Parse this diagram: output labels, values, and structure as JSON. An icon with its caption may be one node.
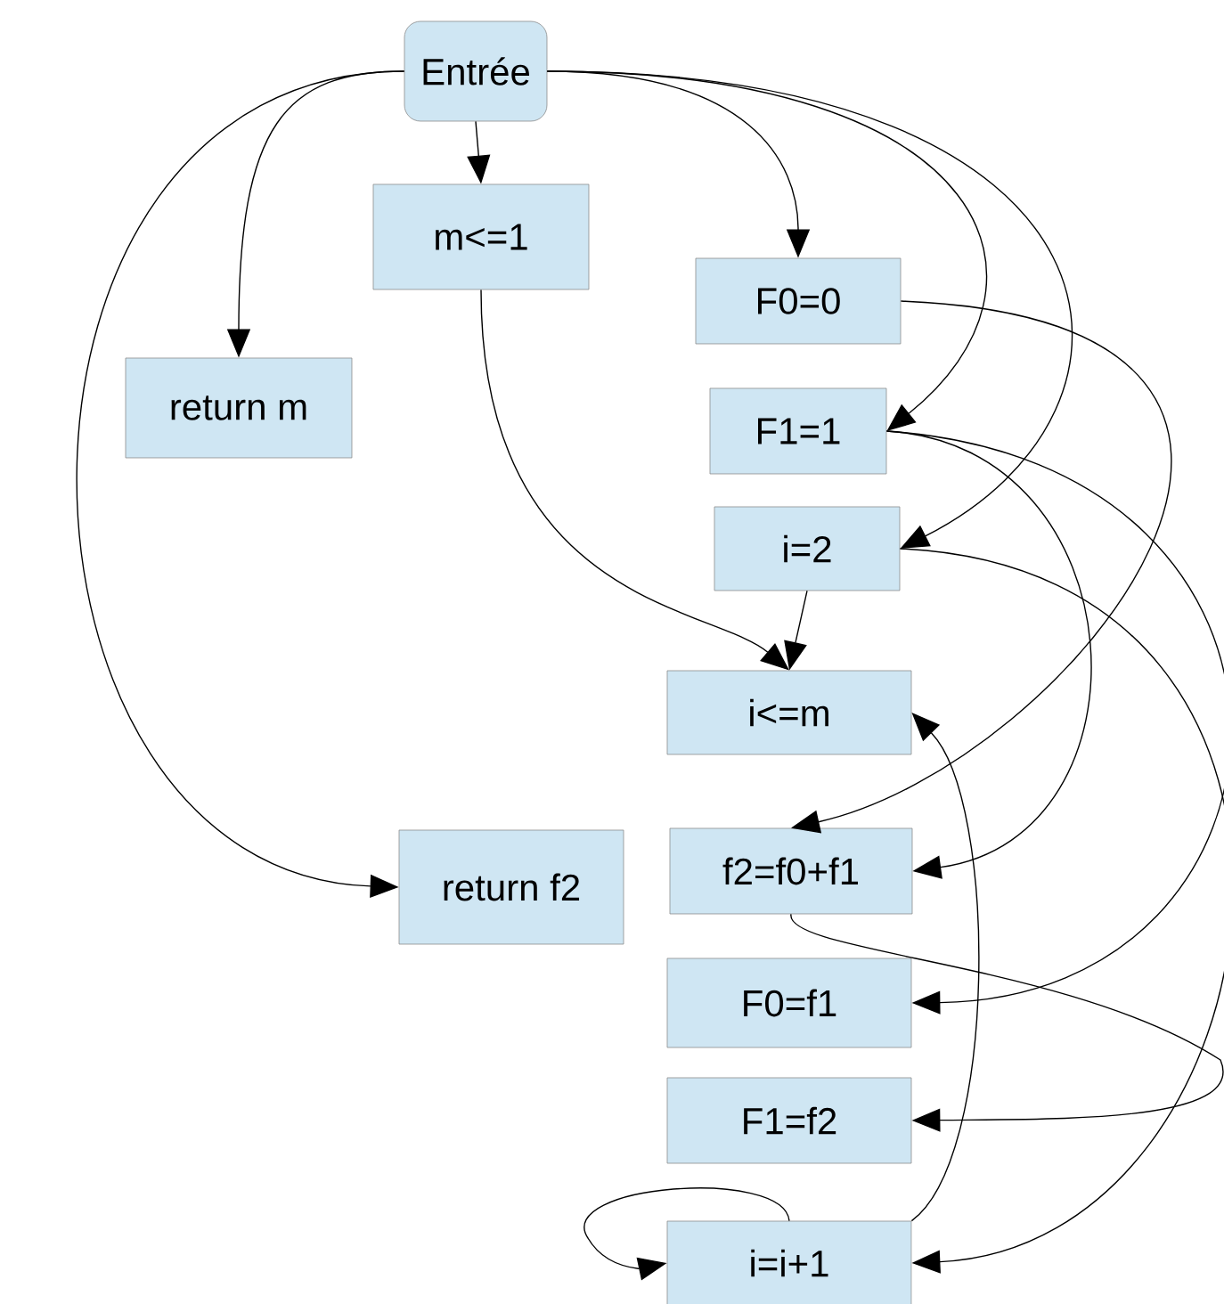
{
  "diagram": {
    "nodes": [
      {
        "text": [
          "Entrée"
        ]
      },
      {
        "text": [
          "m<=1"
        ]
      },
      {
        "text": [
          "return m"
        ]
      },
      {
        "text": [
          "F0=0"
        ]
      },
      {
        "text": [
          "F1=1"
        ]
      },
      {
        "text": [
          "i=2"
        ]
      },
      {
        "text": [
          "i<=m"
        ]
      },
      {
        "text": [
          "return f2"
        ]
      },
      {
        "text": [
          "f2=f0+f1"
        ]
      },
      {
        "text": [
          "F0=f1"
        ]
      },
      {
        "text": [
          "F1=f2"
        ]
      },
      {
        "text": [
          "i=i+1"
        ]
      }
    ],
    "edges": [
      {
        "from": 0,
        "to": 2,
        "arrow": "to"
      },
      {
        "from": 0,
        "to": 1,
        "arrow": "to"
      },
      {
        "from": 0,
        "to": 3,
        "arrow": "to"
      },
      {
        "from": 0,
        "to": 4,
        "arrow": "to"
      },
      {
        "from": 0,
        "to": 5,
        "arrow": "to"
      },
      {
        "from": 0,
        "to": 7,
        "arrow": "to"
      },
      {
        "from": 1,
        "to": 6,
        "arrow": "to"
      },
      {
        "from": 5,
        "to": 6,
        "arrow": "to"
      },
      {
        "from": 3,
        "to": 8,
        "arrow": "to"
      },
      {
        "from": 4,
        "to": 8,
        "arrow": "to"
      },
      {
        "from": 4,
        "to": 9,
        "arrow": "to"
      },
      {
        "from": 5,
        "to": 11,
        "arrow": "to"
      },
      {
        "from": 8,
        "to": 10,
        "arrow": "to"
      },
      {
        "from": 11,
        "to": 6,
        "arrow": "to"
      },
      {
        "from": 11,
        "to": 11,
        "arrow": "to"
      }
    ]
  }
}
